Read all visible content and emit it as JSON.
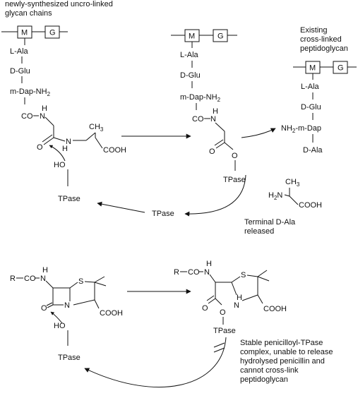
{
  "top_left": {
    "caption_line1": "newly-synthesized uncro-linked",
    "caption_line2": "glycan chains",
    "m": "M",
    "g": "G",
    "l_ala": "L-Ala",
    "d_glu": "D-Glu",
    "m_dap": "m-Dap-NH",
    "nh2_sub": "2",
    "co": "CO",
    "n": "N",
    "h": "H",
    "o": "O",
    "ch3": "CH",
    "ch3_sub": "3",
    "cooh": "COOH",
    "ho": "HO",
    "tpase": "TPase"
  },
  "top_middle": {
    "m": "M",
    "g": "G",
    "l_ala": "L-Ala",
    "d_glu": "D-Glu",
    "m_dap": "m-Dap-NH",
    "nh2_sub": "2",
    "co": "CO",
    "n": "N",
    "h": "H",
    "o": "O",
    "o2": "O",
    "tpase": "TPase"
  },
  "top_right": {
    "caption_line1": "Existing",
    "caption_line2": "cross-linked",
    "caption_line3": "peptidoglycan",
    "m": "M",
    "g": "G",
    "l_ala": "L-Ala",
    "d_glu": "D-Glu",
    "nh2": "NH",
    "nh2_sub": "2",
    "m_dap": "-m-Dap",
    "d_ala": "D-Ala"
  },
  "released": {
    "ch3": "CH",
    "ch3_sub": "3",
    "h2n": "H",
    "h2n_sub": "2",
    "h2n_n": "N",
    "cooh": "COOH",
    "caption_line1": "Terminal D-Ala",
    "caption_line2": "released"
  },
  "middle_tpase": "TPase",
  "bottom_left": {
    "r": "R",
    "co": "CO",
    "n_top": "N",
    "h": "H",
    "s": "S",
    "o": "O",
    "n": "N",
    "cooh": "COOH",
    "ho": "HO",
    "tpase": "TPase"
  },
  "bottom_right": {
    "r": "R",
    "co": "CO",
    "n_top": "N",
    "h": "H",
    "s": "S",
    "o": "O",
    "o2": "O",
    "h2": "H",
    "n": "N",
    "cooh": "COOH",
    "tpase": "TPase",
    "caption_line1": "Stable penicilloyl-TPase",
    "caption_line2": "complex, unable to release",
    "caption_line3": "hydrolysed penicillin and",
    "caption_line4": "cannot cross-link",
    "caption_line5": "peptidoglycan"
  }
}
